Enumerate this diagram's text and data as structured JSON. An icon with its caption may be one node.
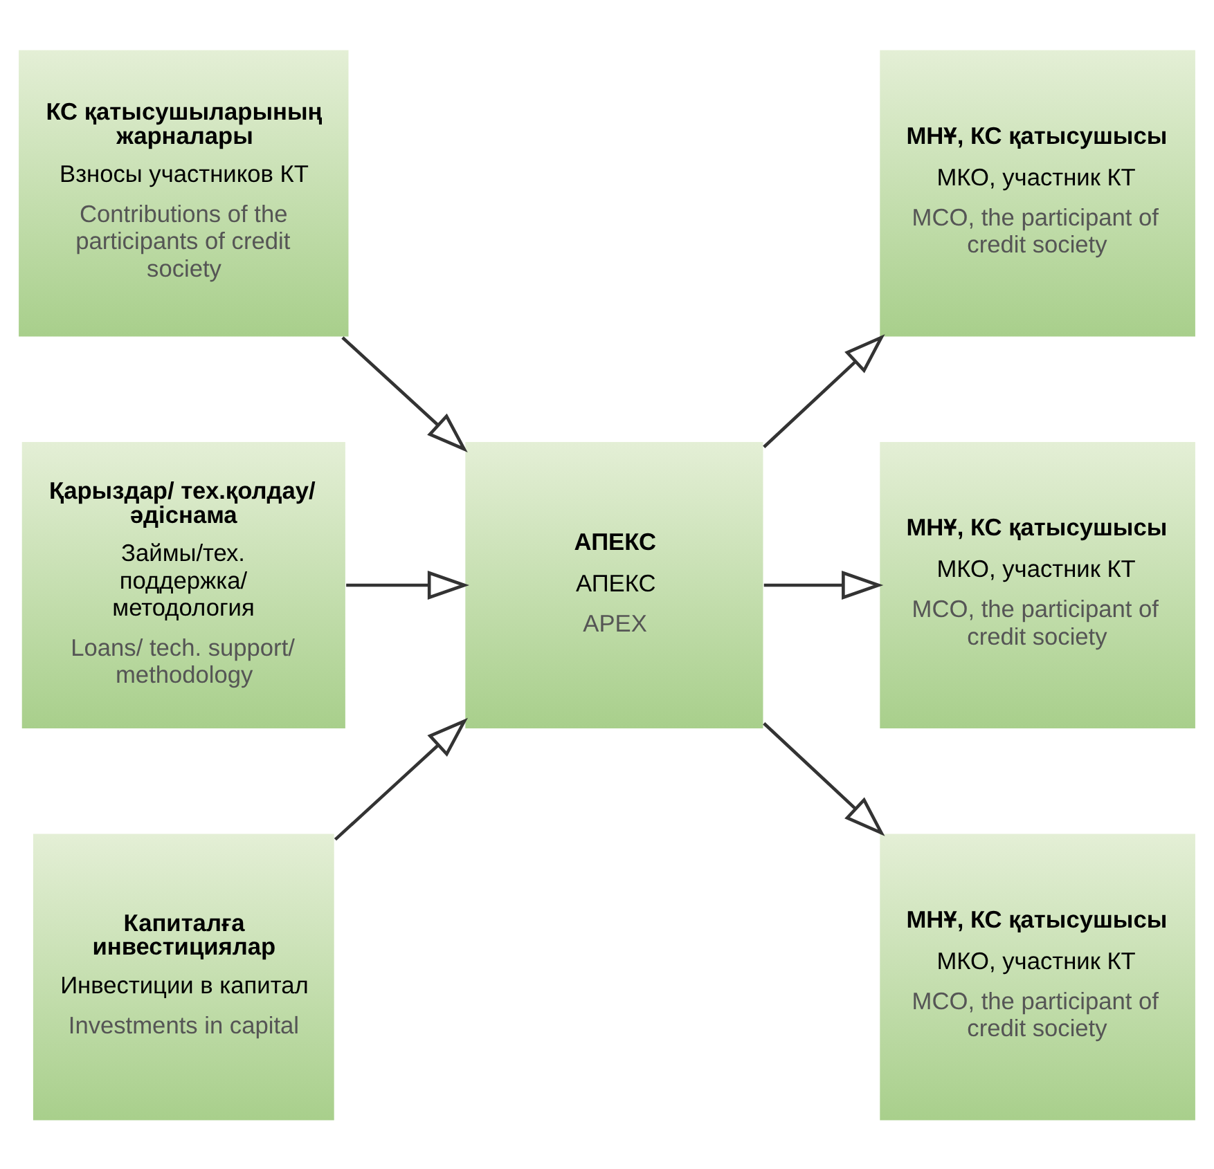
{
  "diagram": {
    "nodes": [
      {
        "text": [
          "КС қатысушыларының жарналары",
          "Взносы участников КТ",
          "Contributions of the participants of credit society"
        ]
      },
      {
        "text": [
          "Қарыздар/ тех.қолдау/ әдіснама",
          "Займы/тех. поддержка/ методология",
          "Loans/ tech. support/ methodology"
        ]
      },
      {
        "text": [
          "Капиталға инвестициялар",
          "Инвестиции в капитал",
          "Investments in capital"
        ]
      },
      {
        "text": [
          "АПЕКС",
          "АПЕКС",
          "APEX"
        ]
      },
      {
        "text": [
          "МНҰ, КС қатысушысы",
          "МКО, участник КТ",
          "MCO, the participant of credit society"
        ]
      },
      {
        "text": [
          "МНҰ, КС қатысушысы",
          "МКО, участник КТ",
          "MCO, the participant of credit society"
        ]
      },
      {
        "text": [
          "МНҰ, КС қатысушысы",
          "МКО, участник КТ",
          "MCO, the participant of credit society"
        ]
      }
    ],
    "edges": [
      {
        "from": 0,
        "to": 3,
        "arrow": "to"
      },
      {
        "from": 1,
        "to": 3,
        "arrow": "to"
      },
      {
        "from": 2,
        "to": 3,
        "arrow": "to"
      },
      {
        "from": 3,
        "to": 4,
        "arrow": "to"
      },
      {
        "from": 3,
        "to": 5,
        "arrow": "to"
      },
      {
        "from": 3,
        "to": 6,
        "arrow": "to"
      }
    ]
  }
}
